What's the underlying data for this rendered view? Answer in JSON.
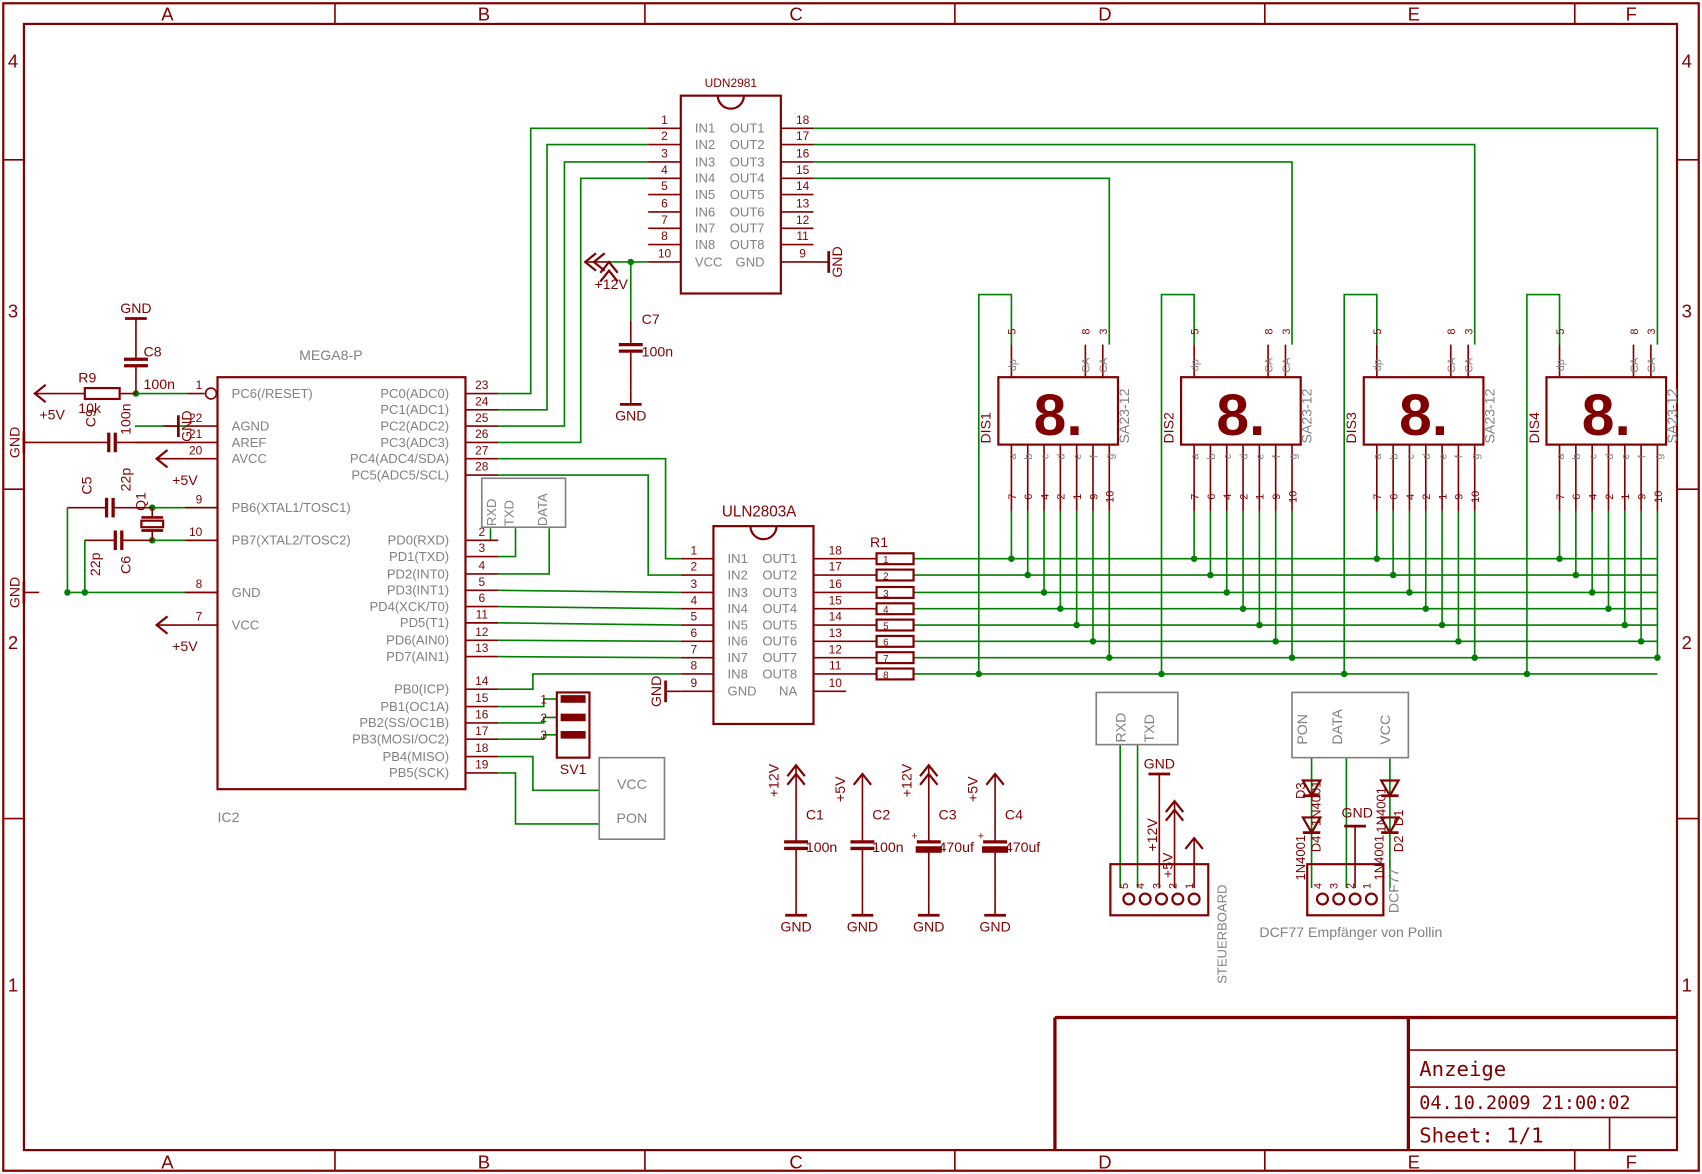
{
  "frame": {
    "cols": [
      "A",
      "B",
      "C",
      "D",
      "E",
      "F"
    ],
    "rows": [
      "4",
      "3",
      "2",
      "1"
    ],
    "color": "#800000"
  },
  "colors": {
    "part": "#800000",
    "wire": "#008000",
    "gray": "#808080"
  },
  "title_block": {
    "title": "Anzeige",
    "date": "04.10.2009 21:00:02",
    "sheet": "Sheet: 1/1"
  },
  "mcu": {
    "name": "MEGA8-P",
    "ref": "IC2",
    "left_pins": [
      {
        "num": "1",
        "label": "PC6(/RESET)"
      },
      {
        "num": "22",
        "label": "AGND"
      },
      {
        "num": "21",
        "label": "AREF"
      },
      {
        "num": "20",
        "label": "AVCC"
      },
      {
        "num": "9",
        "label": "PB6(XTAL1/TOSC1)"
      },
      {
        "num": "10",
        "label": "PB7(XTAL2/TOSC2)"
      },
      {
        "num": "8",
        "label": "GND"
      },
      {
        "num": "7",
        "label": "VCC"
      }
    ],
    "right_pins": [
      {
        "num": "23",
        "label": "PC0(ADC0)"
      },
      {
        "num": "24",
        "label": "PC1(ADC1)"
      },
      {
        "num": "25",
        "label": "PC2(ADC2)"
      },
      {
        "num": "26",
        "label": "PC3(ADC3)"
      },
      {
        "num": "27",
        "label": "PC4(ADC4/SDA)"
      },
      {
        "num": "28",
        "label": "PC5(ADC5/SCL)"
      },
      {
        "num": "2",
        "label": "PD0(RXD)"
      },
      {
        "num": "3",
        "label": "PD1(TXD)"
      },
      {
        "num": "4",
        "label": "PD2(INT0)"
      },
      {
        "num": "5",
        "label": "PD3(INT1)"
      },
      {
        "num": "6",
        "label": "PD4(XCK/T0)"
      },
      {
        "num": "11",
        "label": "PD5(T1)"
      },
      {
        "num": "12",
        "label": "PD6(AIN0)"
      },
      {
        "num": "13",
        "label": "PD7(AIN1)"
      },
      {
        "num": "14",
        "label": "PB0(ICP)"
      },
      {
        "num": "15",
        "label": "PB1(OC1A)"
      },
      {
        "num": "16",
        "label": "PB2(SS/OC1B)"
      },
      {
        "num": "17",
        "label": "PB3(MOSI/OC2)"
      },
      {
        "num": "18",
        "label": "PB4(MISO)"
      },
      {
        "num": "19",
        "label": "PB5(SCK)"
      }
    ]
  },
  "udn": {
    "name": "UDN2981",
    "left_pins": [
      {
        "num": "1",
        "label": "IN1"
      },
      {
        "num": "2",
        "label": "IN2"
      },
      {
        "num": "3",
        "label": "IN3"
      },
      {
        "num": "4",
        "label": "IN4"
      },
      {
        "num": "5",
        "label": "IN5"
      },
      {
        "num": "6",
        "label": "IN6"
      },
      {
        "num": "7",
        "label": "IN7"
      },
      {
        "num": "8",
        "label": "IN8"
      },
      {
        "num": "10",
        "label": "VCC"
      }
    ],
    "right_pins": [
      {
        "num": "18",
        "label": "OUT1"
      },
      {
        "num": "17",
        "label": "OUT2"
      },
      {
        "num": "16",
        "label": "OUT3"
      },
      {
        "num": "15",
        "label": "OUT4"
      },
      {
        "num": "14",
        "label": "OUT5"
      },
      {
        "num": "13",
        "label": "OUT6"
      },
      {
        "num": "12",
        "label": "OUT7"
      },
      {
        "num": "11",
        "label": "OUT8"
      },
      {
        "num": "9",
        "label": "GND"
      }
    ]
  },
  "uln": {
    "name": "ULN2803A",
    "left_pins": [
      {
        "num": "1",
        "label": "IN1"
      },
      {
        "num": "2",
        "label": "IN2"
      },
      {
        "num": "3",
        "label": "IN3"
      },
      {
        "num": "4",
        "label": "IN4"
      },
      {
        "num": "5",
        "label": "IN5"
      },
      {
        "num": "6",
        "label": "IN6"
      },
      {
        "num": "7",
        "label": "IN7"
      },
      {
        "num": "8",
        "label": "IN8"
      },
      {
        "num": "9",
        "label": "GND"
      }
    ],
    "right_pins": [
      {
        "num": "18",
        "label": "OUT1"
      },
      {
        "num": "17",
        "label": "OUT2"
      },
      {
        "num": "16",
        "label": "OUT3"
      },
      {
        "num": "15",
        "label": "OUT4"
      },
      {
        "num": "14",
        "label": "OUT5"
      },
      {
        "num": "13",
        "label": "OUT6"
      },
      {
        "num": "12",
        "label": "OUT7"
      },
      {
        "num": "11",
        "label": "OUT8"
      },
      {
        "num": "10",
        "label": "NA"
      }
    ]
  },
  "r1": {
    "name": "R1"
  },
  "displays": [
    {
      "ref": "DIS1",
      "part": "SA23-12",
      "digit": "8."
    },
    {
      "ref": "DIS2",
      "part": "SA23-12",
      "digit": "8."
    },
    {
      "ref": "DIS3",
      "part": "SA23-12",
      "digit": "8."
    },
    {
      "ref": "DIS4",
      "part": "SA23-12",
      "digit": "8."
    }
  ],
  "display_pins": {
    "top_nums": [
      "5",
      "8",
      "3"
    ],
    "top_labels": [
      "dp",
      "CA",
      "CA"
    ],
    "seg_labels": [
      "a",
      "b",
      "c",
      "d",
      "e",
      "f",
      "g"
    ],
    "seg_nums": [
      "7",
      "6",
      "4",
      "2",
      "1",
      "9",
      "10"
    ]
  },
  "components": {
    "r9": {
      "name": "R9",
      "value": "10k"
    },
    "c8": {
      "name": "C8",
      "value": "100n"
    },
    "c9": {
      "name": "C9",
      "value": "100n"
    },
    "c5": {
      "name": "C5",
      "value": "22p"
    },
    "c6": {
      "name": "C6",
      "value": "22p"
    },
    "q1": {
      "name": "Q1"
    },
    "c7": {
      "name": "C7",
      "value": "100n"
    },
    "c1": {
      "name": "C1",
      "value": "100n"
    },
    "c2": {
      "name": "C2",
      "value": "100n"
    },
    "c3": {
      "name": "C3",
      "value": "470uf"
    },
    "c4": {
      "name": "C4",
      "value": "470uf"
    },
    "sv1": {
      "name": "SV1",
      "pins": [
        "1",
        "2",
        "3"
      ]
    },
    "d1": {
      "name": "D1",
      "value": "1N4001"
    },
    "d2": {
      "name": "D2",
      "value": "1N4001"
    },
    "d3": {
      "name": "D3",
      "value": "1N4001"
    },
    "d4": {
      "name": "D4",
      "value": "1N4001"
    }
  },
  "supplies": {
    "gnd": "GND",
    "p5v": "+5V",
    "p12v": "+12V"
  },
  "boxes": {
    "rxd_txd_data": [
      "RXD",
      "TXD",
      "DATA"
    ],
    "vcc_pon": [
      "VCC",
      "PON"
    ],
    "steuer_top": [
      "RXD",
      "TXD"
    ],
    "dcf_top": [
      "PON",
      "DATA",
      "VCC"
    ]
  },
  "connectors": {
    "steuerboard": {
      "name": "STEUERBOARD",
      "pins": [
        "5",
        "4",
        "3",
        "2",
        "1"
      ]
    },
    "dcf": {
      "name": "DCF77",
      "pins": [
        "4",
        "3",
        "2",
        "1"
      ],
      "caption": "DCF77 Empfänger von Pollin"
    }
  }
}
